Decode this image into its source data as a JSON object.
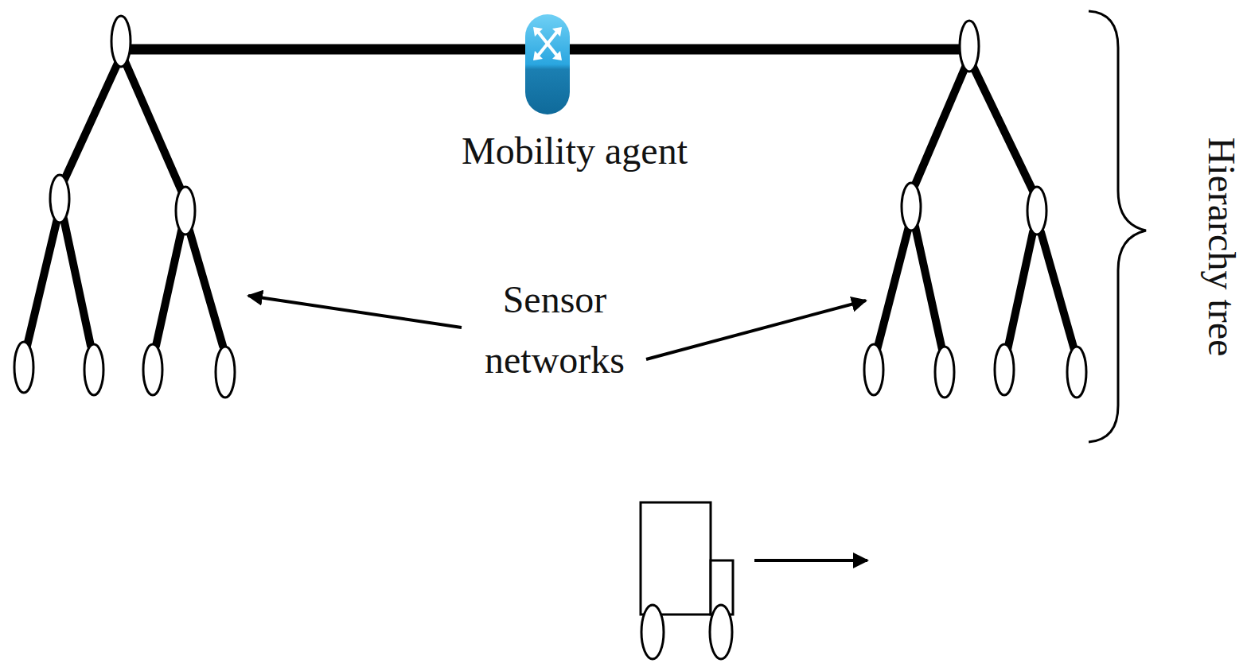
{
  "diagram": {
    "labels": [
      "Mobility agent",
      "Sensor networks",
      "Hierarchy tree"
    ]
  }
}
